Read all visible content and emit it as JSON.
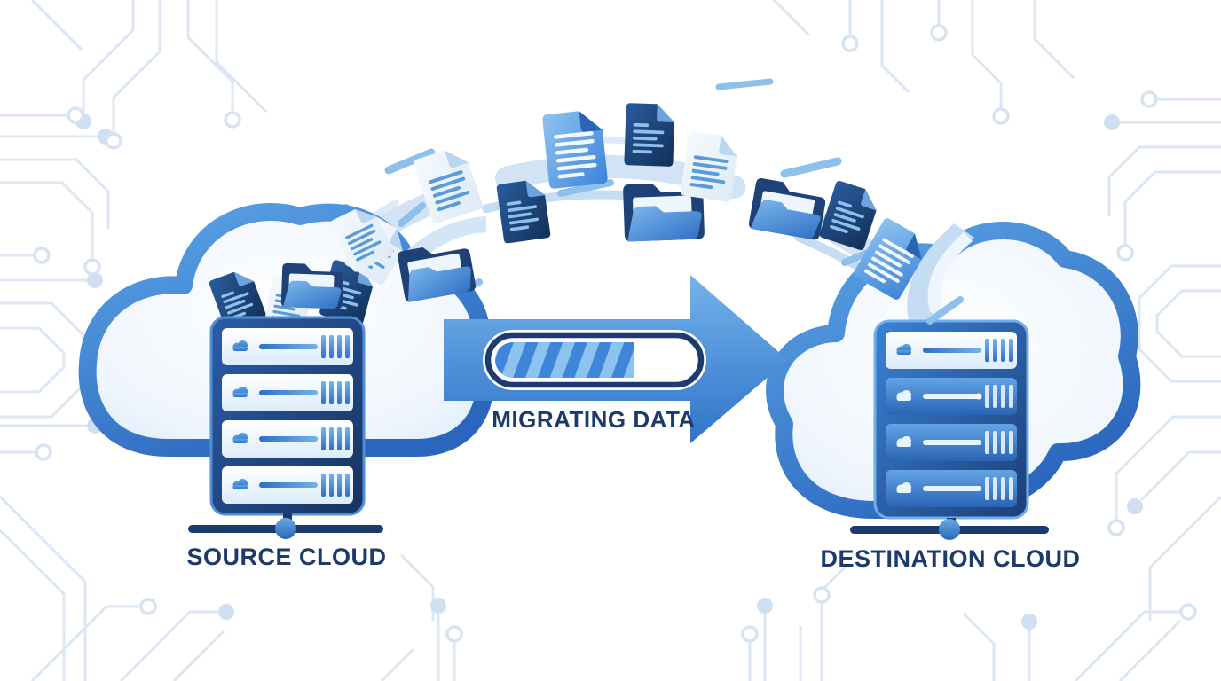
{
  "labels": {
    "source": "SOURCE CLOUD",
    "migration": "MIGRATING DATA",
    "destination": "DESTINATION CLOUD"
  },
  "progress": {
    "percent": 70
  },
  "palette": {
    "navy": "#1d3a6e",
    "blue_primary": "#3b82d6",
    "blue_light": "#7db8ec",
    "sky_band": "#cadef4",
    "circuit_line": "#dbe7f3",
    "background": "#ffffff"
  },
  "scene": {
    "source_cloud": {
      "server_rack_units": 4,
      "has_documents_spilling_out": true
    },
    "destination_cloud": {
      "server_rack_units": 4,
      "has_documents_arriving": true
    },
    "flying_items": {
      "folders": 4,
      "documents": 12
    },
    "arrow_direction": "right"
  },
  "icons": {
    "cloud": "cloud-icon",
    "folder": "folder-icon",
    "document": "document-icon",
    "server": "server-rack",
    "network_node": "network-node-icon",
    "arrow": "migration-arrow",
    "progress": "progress-bar",
    "circuit": "circuit-trace-pattern"
  }
}
